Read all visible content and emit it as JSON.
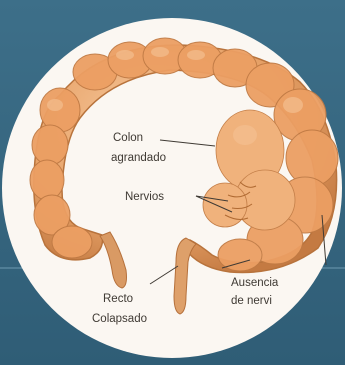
{
  "labels": {
    "colon_line1": "Colon",
    "colon_line2": "agrandado",
    "nervios": "Nervios",
    "recto_line1": "Recto",
    "recto_line2": "Colapsado",
    "ausencia_line1": "Ausencia",
    "ausencia_line2": "de nervi"
  },
  "colors": {
    "background": "#3a6b84",
    "circle": "#fbf7f2",
    "colon": "#e8a46a",
    "colon_shadow": "#c97d45"
  }
}
